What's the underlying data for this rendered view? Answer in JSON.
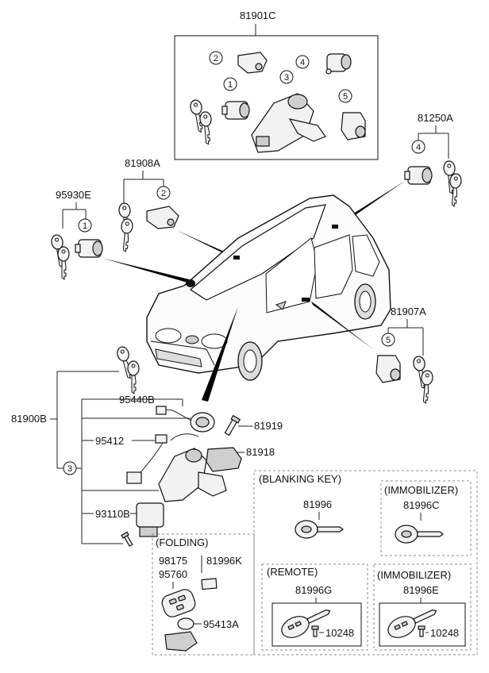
{
  "labels": {
    "p81901C": "81901C",
    "p81250A": "81250A",
    "p81908A": "81908A",
    "p95930E": "95930E",
    "p81907A": "81907A",
    "p81900B": "81900B",
    "p95440B": "95440B",
    "p81919": "81919",
    "p95412": "95412",
    "p81918": "81918",
    "p93110B": "93110B",
    "p98175": "98175",
    "p81996K": "81996K",
    "p95760": "95760",
    "p95413A": "95413A",
    "p81996": "81996",
    "p81996C": "81996C",
    "p81996G": "81996G",
    "p81996E": "81996E",
    "p10248a": "10248",
    "p10248b": "10248"
  },
  "sections": {
    "folding": "(FOLDING)",
    "blanking": "(BLANKING KEY)",
    "immobilizer1": "(IMMOBILIZER)",
    "remote": "(REMOTE)",
    "immobilizer2": "(IMMOBILIZER)"
  },
  "callouts": {
    "c1a": "1",
    "c2a": "2",
    "c3a": "3",
    "c4a": "4",
    "c5a": "5",
    "c4b": "4",
    "c2b": "2",
    "c1b": "1",
    "c5b": "5",
    "c3b": "3"
  },
  "icons": [
    "key-icon",
    "lock-cylinder-icon",
    "ignition-switch-icon",
    "car-icon",
    "remote-key-icon",
    "screw-icon"
  ]
}
